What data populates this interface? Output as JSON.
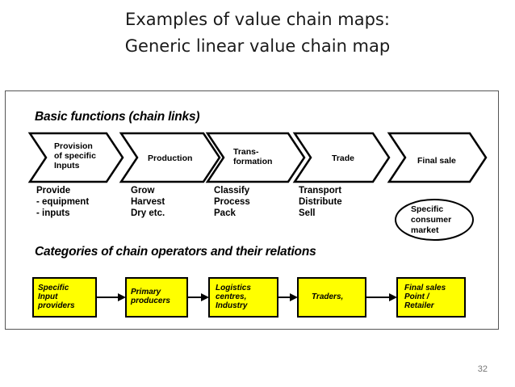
{
  "slide": {
    "title_line1": "Examples of value chain maps:",
    "title_line2": "Generic linear value chain map",
    "page_number": "32"
  },
  "diagram": {
    "section_basic": "Basic functions (chain links)",
    "section_operators": "Categories of chain operators and their relations",
    "chevrons": [
      {
        "label": "Provision\nof specific\nInputs",
        "activities": "Provide\n- equipment\n- inputs"
      },
      {
        "label": "Production",
        "activities": "Grow\nHarvest\nDry etc."
      },
      {
        "label": "Trans-\nformation",
        "activities": "Classify\nProcess\nPack"
      },
      {
        "label": "Trade",
        "activities": "Transport\nDistribute\nSell"
      },
      {
        "label": "Final sale",
        "activities": ""
      }
    ],
    "ellipse_label": "Specific\nconsumer\nmarket",
    "operators": [
      {
        "label": "Specific\nInput\nproviders"
      },
      {
        "label": "Primary\nproducers"
      },
      {
        "label": "Logistics\ncentres,\nIndustry"
      },
      {
        "label": "Traders,"
      },
      {
        "label": "Final sales\nPoint  /\nRetailer"
      }
    ],
    "colors": {
      "box_fill": "#ffff00",
      "stroke": "#000000"
    }
  }
}
